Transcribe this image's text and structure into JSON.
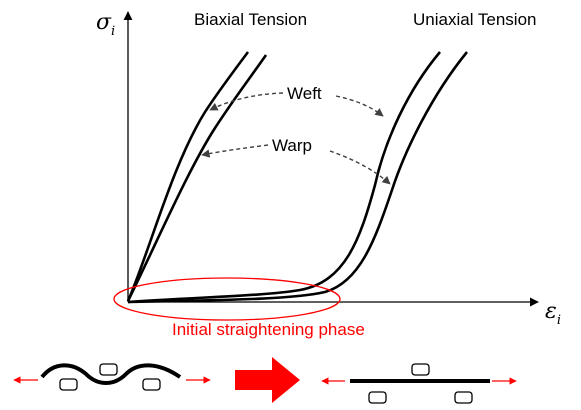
{
  "axes": {
    "y_symbol": "σ",
    "y_subscript": "i",
    "x_symbol": "ε",
    "x_subscript": "i"
  },
  "labels": {
    "biaxial": "Biaxial Tension",
    "uniaxial": "Uniaxial Tension",
    "weft": "Weft",
    "warp": "Warp",
    "straightening": "Initial straightening phase"
  },
  "colors": {
    "curve": "#000000",
    "highlight": "#ff0000",
    "arrow_dash": "#404040"
  },
  "icons": {
    "phase_arrow": "right-block-arrow-icon",
    "tension_arrow": "double-headed-arrow-icon",
    "crossing_yarn": "yarn-cross-section-icon"
  }
}
